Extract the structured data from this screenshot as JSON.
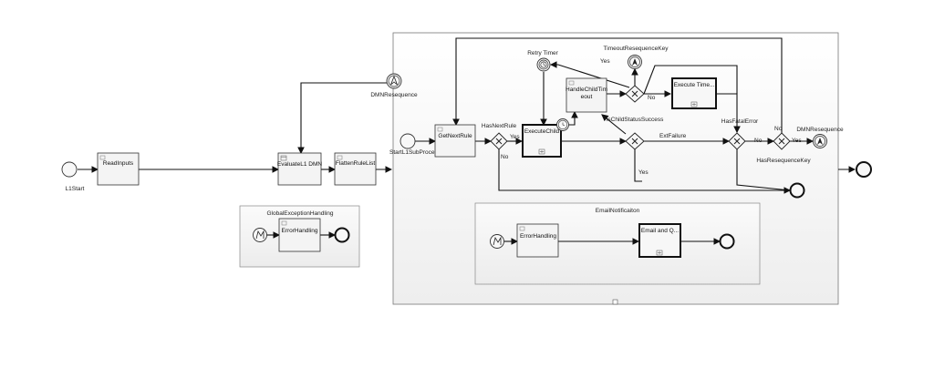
{
  "colors": {
    "stroke": "#111111",
    "task_fill": "#f4f4f4",
    "container_fill": "#f2f2f2"
  },
  "events": {
    "l1start": "L1Start",
    "dmn_resequence_top": "DMNResequence",
    "start_sub": "StartL1SubProcess",
    "dmn_resequence_right": "DMNResequence",
    "retry_timer": "Retry Timer",
    "timeout_resequence_key": "TimeoutResequenceKey"
  },
  "tasks": {
    "read_inputs": "ReadInputs",
    "evaluate_dmn": "EvaluateL1 DMN",
    "flatten_rule_list": "FlattenRuleList",
    "get_next_rule": "GetNextRule",
    "execute_child": "ExecuteChild",
    "handle_child_timeout_1": "HandleChildTim",
    "handle_child_timeout_2": "eout",
    "execute_time": "Execute Time...",
    "error_handling_global": "ErrorHandling",
    "error_handling_email": "ErrorHandling",
    "email_and_q": "Email and Q..."
  },
  "gateways": {
    "has_next_rule": "HasNextRule",
    "is_child_status_success": "IsChildStatusSuccess",
    "has_fatal_error": "HasFatalError",
    "has_resequence_key": "HasResequenceKey"
  },
  "flows": {
    "yes_has_next": "Yes",
    "no_has_next": "No",
    "yes_timeout_top": "Yes",
    "no_timeout": "No",
    "ext_failure": "ExtFailure",
    "yes_status": "Yes",
    "no_fatal": "No",
    "no_reseq": "No",
    "yes_reseq": "Yes"
  },
  "subprocesses": {
    "global_exception": "GlobalExceptionHandling",
    "email_notification": "EmailNotificaiton"
  }
}
